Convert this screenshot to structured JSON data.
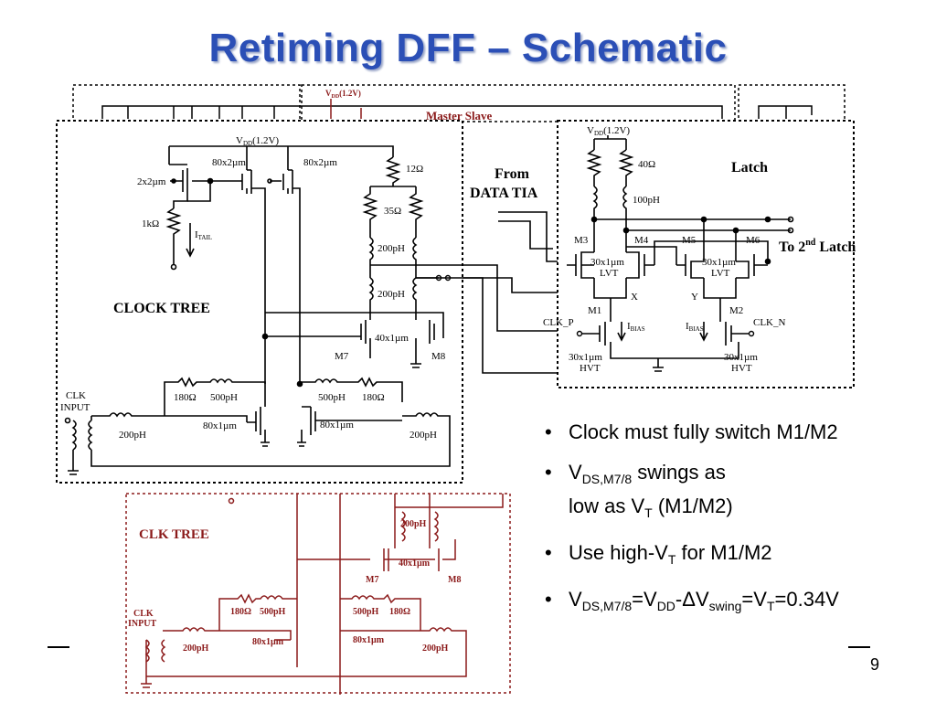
{
  "slide": {
    "title": "Retiming DFF – Schematic",
    "page_number": "9"
  },
  "schematic": {
    "top_vdd": "V",
    "top_vdd_sub": "DD",
    "top_vdd_val": "(1.2V)",
    "master_slave": "Master Slave",
    "clock_tree": {
      "title": "CLOCK TREE",
      "vdd": "V",
      "vdd_sub": "DD",
      "vdd_val": "(1.2V)",
      "dev_2x2": "2x2µm",
      "dev_80x2_a": "80x2µm",
      "dev_80x2_b": "80x2µm",
      "r_1k": "1kΩ",
      "itail": "I",
      "itail_sub": "TAIL",
      "r_12": "12Ω",
      "r_35": "35Ω",
      "l_200_a": "200pH",
      "l_200_b": "200pH",
      "dev_40x1": "40x1µm",
      "m7": "M7",
      "m8": "M8",
      "r_180_l": "180Ω",
      "l_500_l": "500pH",
      "l_500_r": "500pH",
      "r_180_r": "180Ω",
      "clk_input_1": "CLK",
      "clk_input_2": "INPUT",
      "dev_80x1_l": "80x1µm",
      "dev_80x1_r": "80x1µm",
      "l_200_l": "200pH",
      "l_200_r": "200pH"
    },
    "from_tia_1": "From",
    "from_tia_2": "DATA TIA",
    "latch": {
      "title": "Latch",
      "vdd": "V",
      "vdd_sub": "DD",
      "vdd_val": "(1.2V)",
      "r_40": "40Ω",
      "l_100": "100pH",
      "m3": "M3",
      "m4": "M4",
      "m5": "M5",
      "m6": "M6",
      "dev_30x1_a": "30x1µm",
      "lvt_a": "LVT",
      "dev_30x1_b": "30x1µm",
      "lvt_b": "LVT",
      "x": "X",
      "y": "Y",
      "m1": "M1",
      "m2": "M2",
      "clk_p": "CLK_P",
      "clk_n": "CLK_N",
      "ibias_1": "I",
      "ibias_1_sub": "BIAS",
      "ibias_2": "I",
      "ibias_2_sub": "BIAS",
      "hvt_l_1": "30x1µm",
      "hvt_l_2": "HVT",
      "hvt_r_1": "30x1µm",
      "hvt_r_2": "HVT",
      "to_latch_1": "To 2",
      "to_latch_sup": "nd",
      "to_latch_2": " Latch"
    },
    "bg_tree": {
      "title": "CLK TREE",
      "l_200": "200pH",
      "dev_40x1": "40x1µm",
      "m7": "M7",
      "m8": "M8",
      "r_180_l": "180Ω",
      "l_500_l": "500pH",
      "l_500_r": "500pH",
      "r_180_r": "180Ω",
      "clk_1": "CLK",
      "clk_2": "INPUT",
      "l_200_l": "200pH",
      "dev_80x1_l": "80x1µm",
      "dev_80x1_r": "80x1µm",
      "l_200_r": "200pH"
    }
  },
  "bullets": [
    {
      "text": "Clock must fully switch M1/M2"
    },
    {
      "pre": "V",
      "sub": "DS,M7/8",
      "post": " swings as",
      "line2_pre": "low as V",
      "line2_sub": "T",
      "line2_post": " (M1/M2)"
    },
    {
      "pre": "Use high-V",
      "sub": "T",
      "post": " for M1/M2"
    },
    {
      "p1": "V",
      "s1": "DS,M7/8",
      "p2": "=V",
      "s2": "DD",
      "p3": "-ΔV",
      "s3": "swing",
      "p4": "=V",
      "s4": "T",
      "p5": "=0.34V"
    }
  ],
  "colors": {
    "title": "#2b4fb6",
    "bg_schematic": "#8b1a1a",
    "ink": "#000000"
  }
}
